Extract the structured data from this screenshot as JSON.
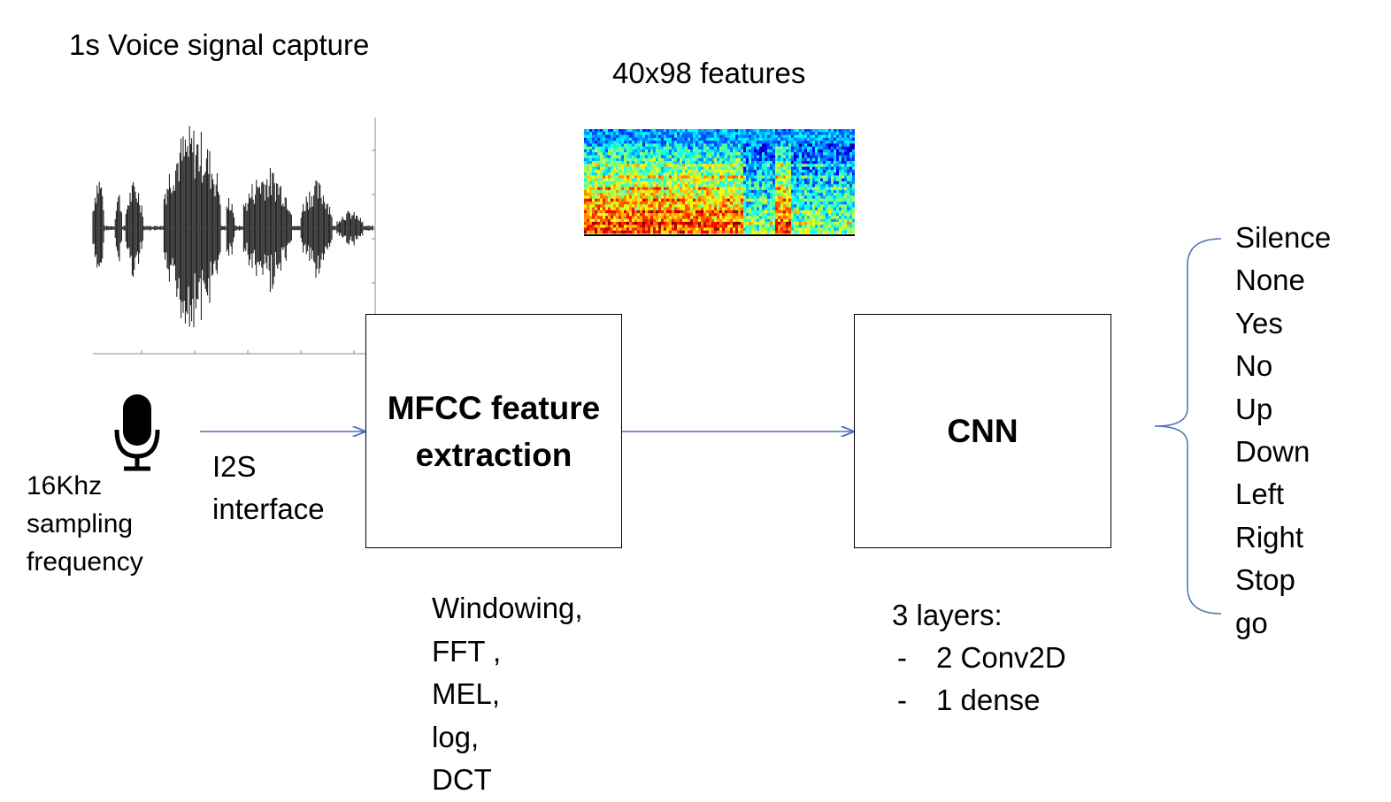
{
  "title": "1s Voice signal capture",
  "features_label": "40x98  features",
  "mic": {
    "icon": "microphone-icon",
    "sampling_lines": [
      "16Khz",
      "sampling",
      "frequency"
    ]
  },
  "interface_lines": [
    "I2S",
    "interface"
  ],
  "mfcc_box": {
    "label_lines": [
      "MFCC feature",
      "extraction"
    ]
  },
  "mfcc_steps": [
    "Windowing,",
    "FFT ,",
    "MEL,",
    "log,",
    "DCT"
  ],
  "cnn_box": {
    "label": "CNN"
  },
  "cnn_layers": {
    "heading": "3 layers:",
    "items": [
      "2 Conv2D",
      "1 dense"
    ],
    "bullet": "-"
  },
  "classes": [
    "Silence",
    "None",
    "Yes",
    "No",
    "Up",
    "Down",
    "Left",
    "Right",
    "Stop",
    "go"
  ],
  "colors": {
    "arrow": "#4a72b8",
    "box_border": "#000000"
  }
}
